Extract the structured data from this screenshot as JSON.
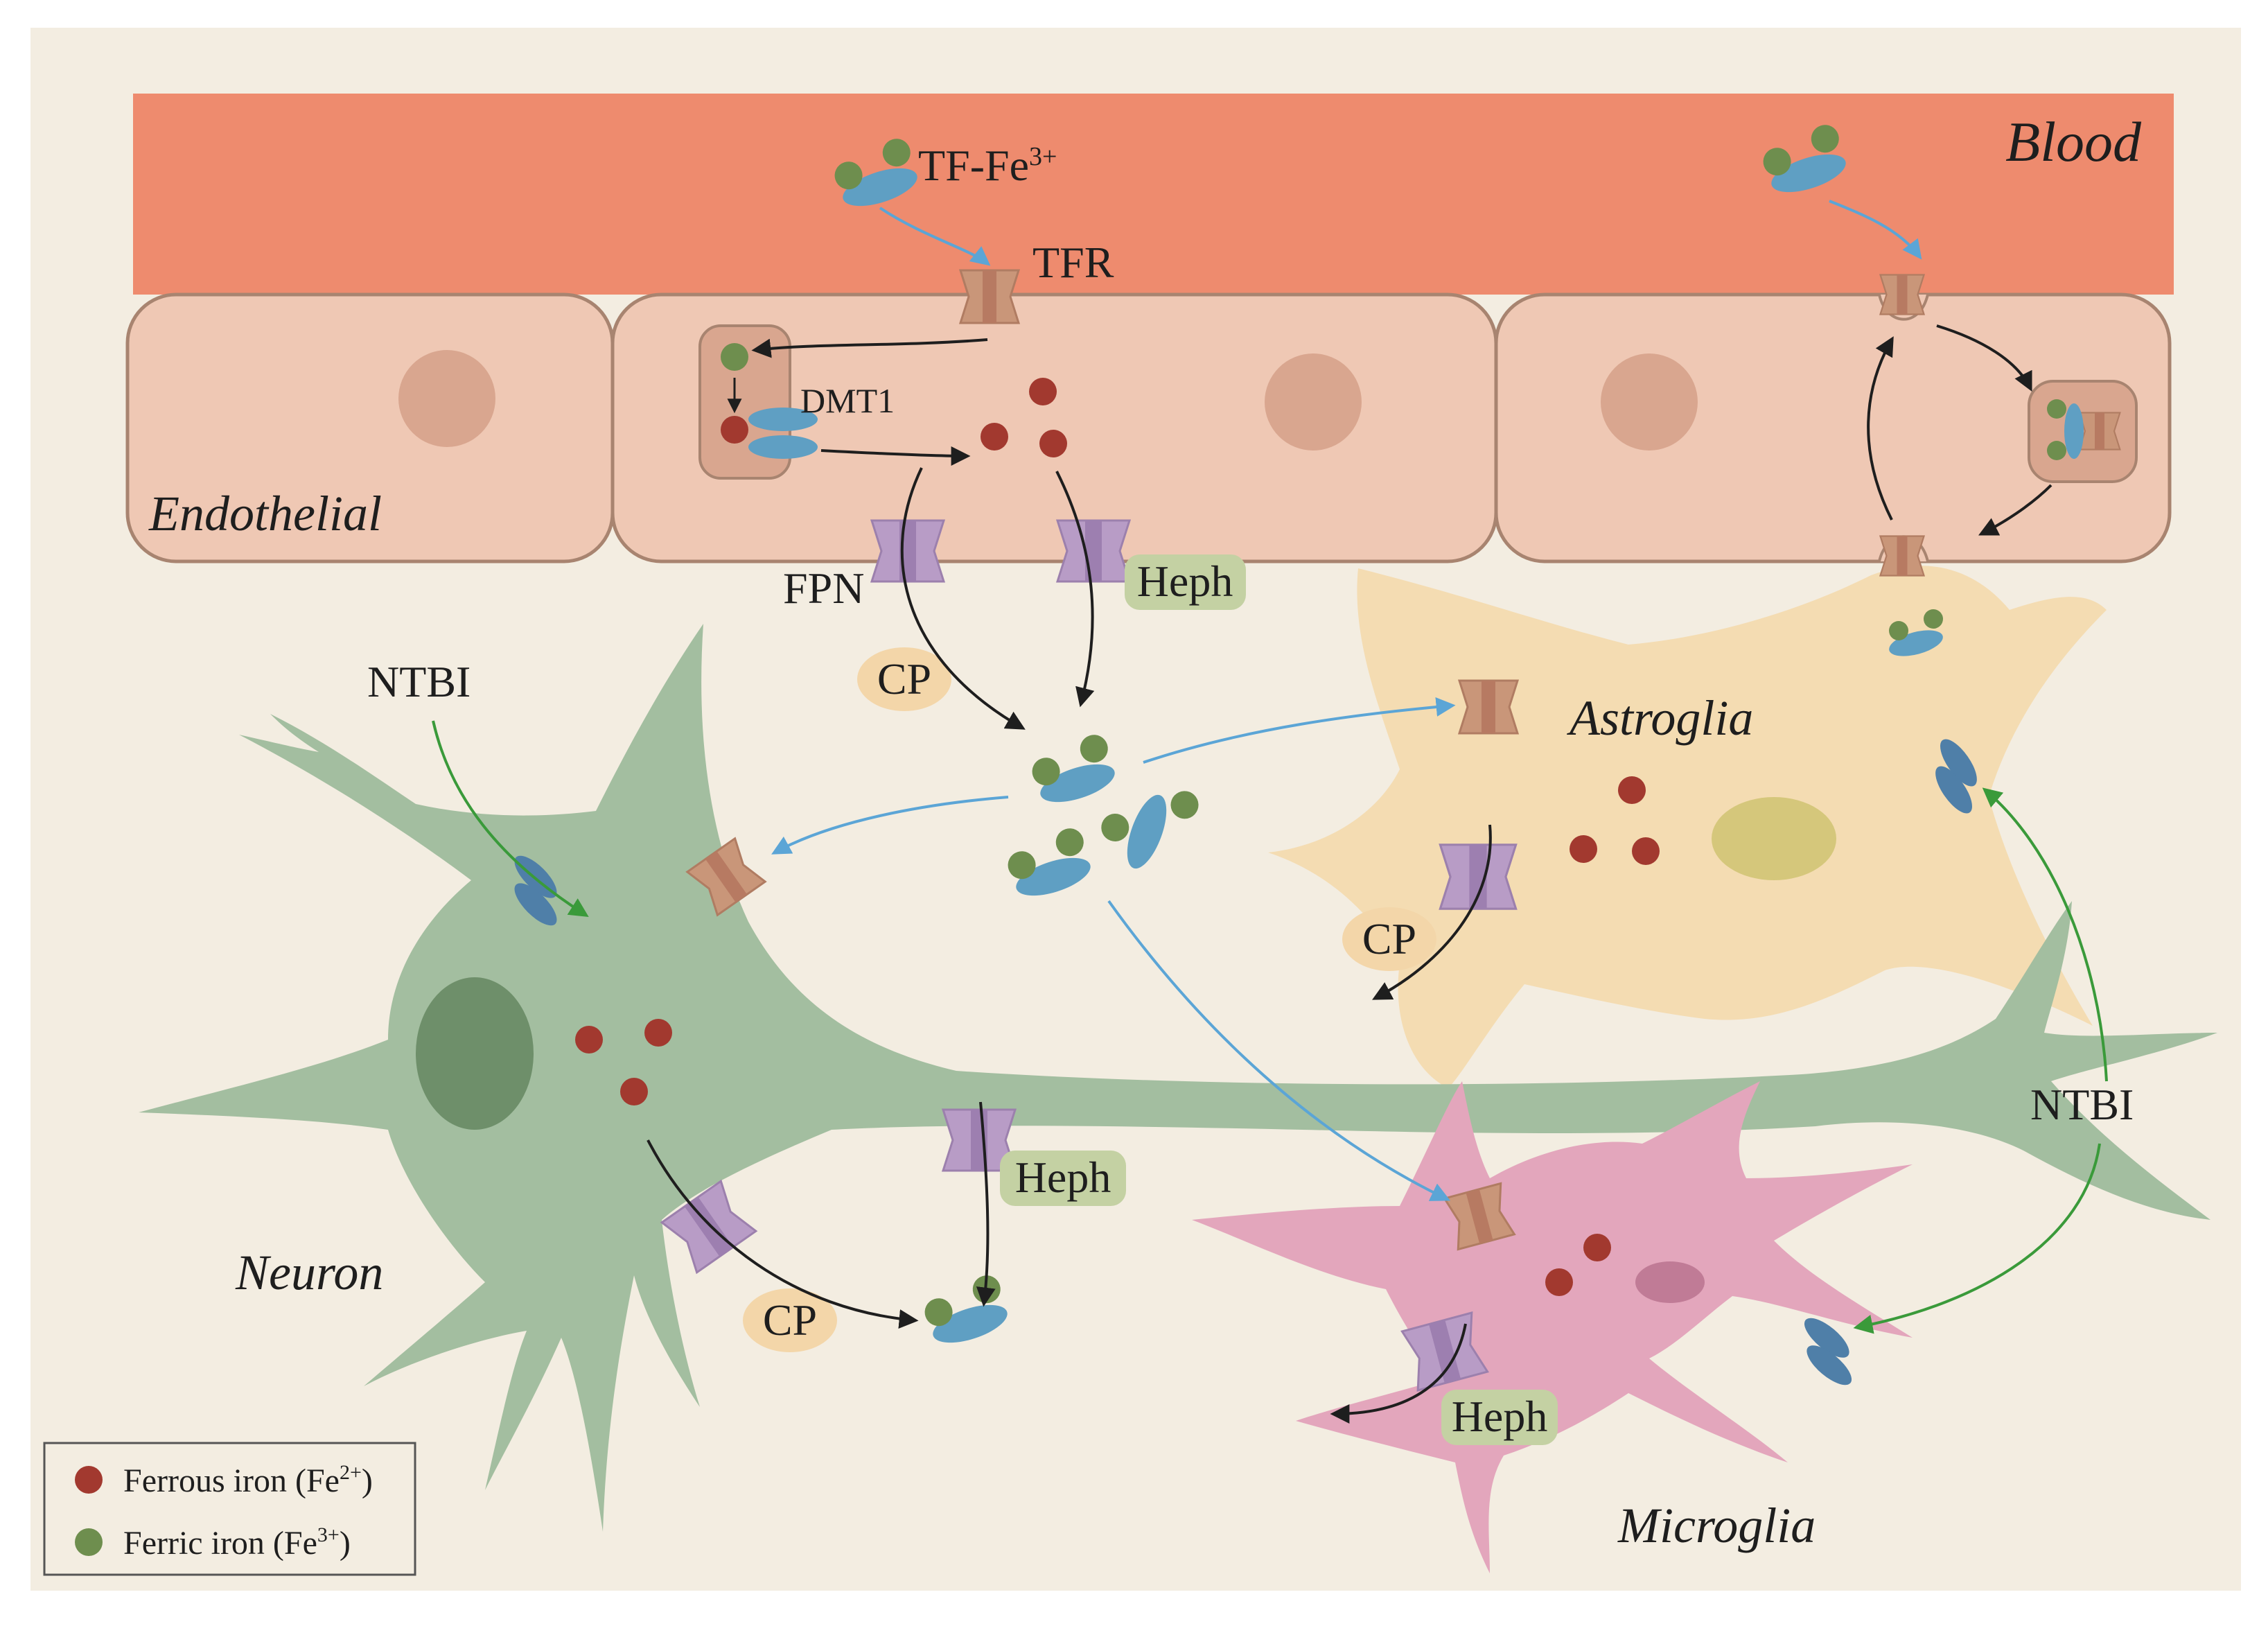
{
  "labels": {
    "blood": "Blood",
    "endothelial": "Endothelial",
    "tf_fe": "TF-Fe",
    "tf_fe_sup": "3+",
    "tfr": "TFR",
    "dmt1": "DMT1",
    "fpn": "FPN",
    "heph_top": "Heph",
    "cp_top": "CP",
    "ntbi_left": "NTBI",
    "ntbi_right": "NTBI",
    "astroglia": "Astroglia",
    "cp_astro": "CP",
    "neuron": "Neuron",
    "heph_neuron": "Heph",
    "cp_neuron": "CP",
    "microglia": "Microglia",
    "heph_micro": "Heph"
  },
  "legend": {
    "ferrous_text": "Ferrous iron (Fe",
    "ferrous_sup": "2+",
    "ferrous_end": ")",
    "ferric_text": "Ferric iron (Fe",
    "ferric_sup": "3+",
    "ferric_end": ")"
  },
  "colors": {
    "background": "#f3ede1",
    "blood": "#ee8b6e",
    "endothelial": "#efc8b4",
    "neuron": "#a3bea0",
    "astroglia": "#f4dcb2",
    "microglia": "#e3a6bc",
    "ferrous_iron": "#a2392f",
    "ferric_iron": "#6e8e4e",
    "transferrin": "#5f9fc3",
    "transporter": "#b89cc6",
    "tfr": "#c99679",
    "heph_badge": "#c4d1a3",
    "cp_badge": "#f3d6a9",
    "blue_arrow": "#5ba5d6",
    "green_arrow": "#3a9a3a"
  }
}
